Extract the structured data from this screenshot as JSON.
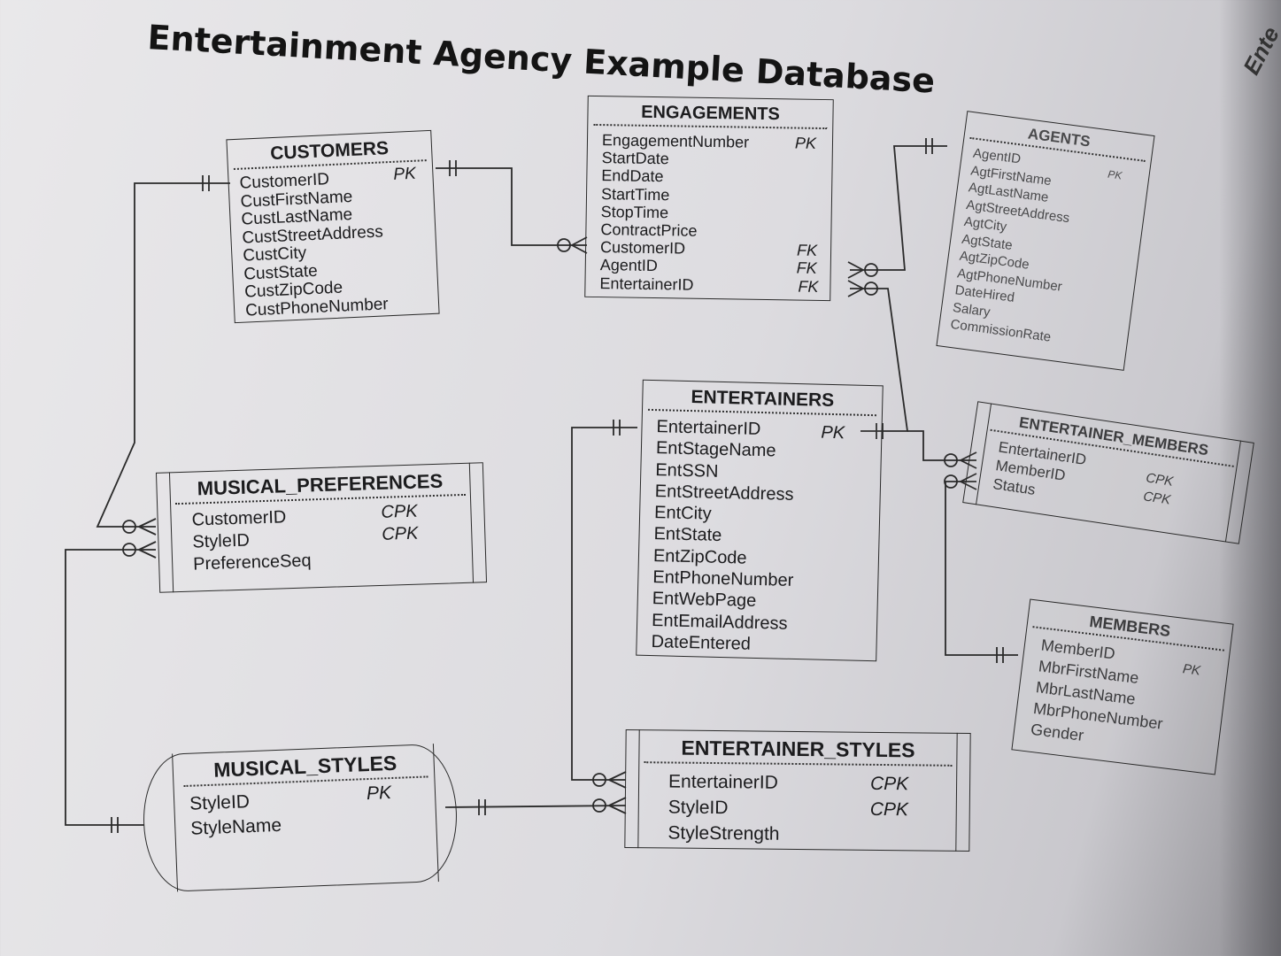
{
  "title": "Entertainment Agency Example Database",
  "corner_text": "Ente",
  "entities": {
    "customers": {
      "name": "CUSTOMERS",
      "fields": [
        "CustomerID",
        "CustFirstName",
        "CustLastName",
        "CustStreetAddress",
        "CustCity",
        "CustState",
        "CustZipCode",
        "CustPhoneNumber"
      ],
      "keys": [
        "PK"
      ]
    },
    "engagements": {
      "name": "ENGAGEMENTS",
      "fields": [
        "EngagementNumber",
        "StartDate",
        "EndDate",
        "StartTime",
        "StopTime",
        "ContractPrice",
        "CustomerID",
        "AgentID",
        "EntertainerID"
      ],
      "keys": [
        "PK",
        "FK",
        "FK",
        "FK"
      ]
    },
    "agents": {
      "name": "AGENTS",
      "fields": [
        "AgentID",
        "AgtFirstName",
        "AgtLastName",
        "AgtStreetAddress",
        "AgtCity",
        "AgtState",
        "AgtZipCode",
        "AgtPhoneNumber",
        "DateHired",
        "Salary",
        "CommissionRate"
      ],
      "keys": [
        "PK"
      ]
    },
    "entertainers": {
      "name": "ENTERTAINERS",
      "fields": [
        "EntertainerID",
        "EntStageName",
        "EntSSN",
        "EntStreetAddress",
        "EntCity",
        "EntState",
        "EntZipCode",
        "EntPhoneNumber",
        "EntWebPage",
        "EntEmailAddress",
        "DateEntered"
      ],
      "keys": [
        "PK"
      ]
    },
    "entertainer_members": {
      "name": "ENTERTAINER_MEMBERS",
      "fields": [
        "EntertainerID",
        "MemberID",
        "Status"
      ],
      "keys": [
        "CPK",
        "CPK"
      ]
    },
    "members": {
      "name": "MEMBERS",
      "fields": [
        "MemberID",
        "MbrFirstName",
        "MbrLastName",
        "MbrPhoneNumber",
        "Gender"
      ],
      "keys": [
        "PK"
      ]
    },
    "musical_preferences": {
      "name": "MUSICAL_PREFERENCES",
      "fields": [
        "CustomerID",
        "StyleID",
        "PreferenceSeq"
      ],
      "keys": [
        "CPK",
        "CPK"
      ]
    },
    "musical_styles": {
      "name": "MUSICAL_STYLES",
      "fields": [
        "StyleID",
        "StyleName"
      ],
      "keys": [
        "PK"
      ]
    },
    "entertainer_styles": {
      "name": "ENTERTAINER_STYLES",
      "fields": [
        "EntertainerID",
        "StyleID",
        "StyleStrength"
      ],
      "keys": [
        "CPK",
        "CPK"
      ]
    }
  }
}
